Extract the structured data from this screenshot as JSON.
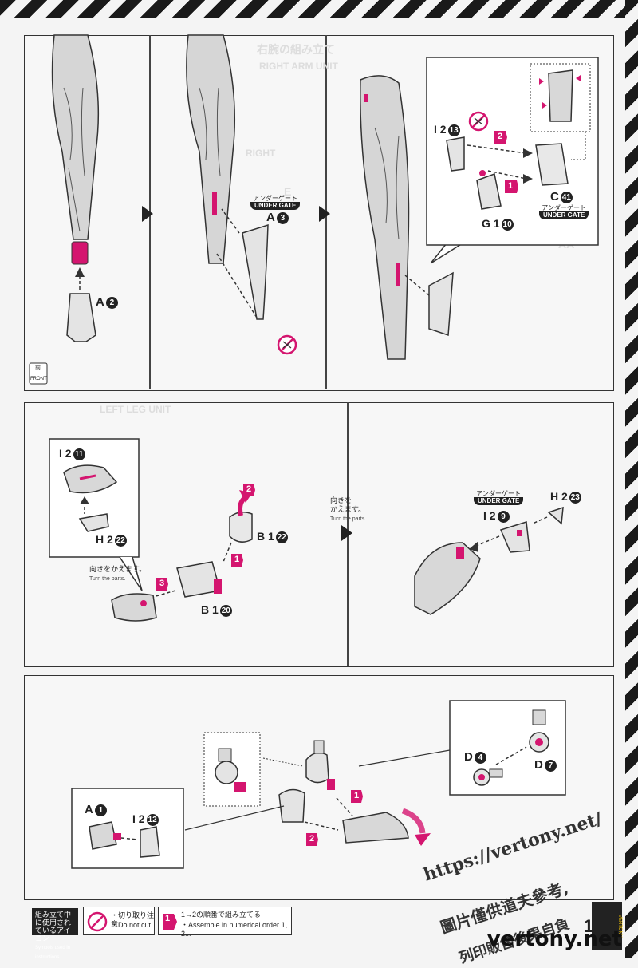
{
  "section1": {
    "header_jp": "右腕の組み立て",
    "header_en": "RIGHT ARM UNIT",
    "ghost_right": "RIGHT",
    "front_label_jp": "前",
    "front_label_en": "FRONT",
    "parts": {
      "a2": {
        "letter": "A",
        "num": "2"
      },
      "a3": {
        "letter": "A",
        "num": "3"
      },
      "i2_13": {
        "letter": "I 2",
        "num": "13"
      },
      "c41": {
        "letter": "C",
        "num": "41"
      },
      "g1_10": {
        "letter": "G 1",
        "num": "10"
      }
    },
    "gate": {
      "jp": "アンダーゲート",
      "en": "UNDER GATE"
    },
    "steps": [
      "2",
      "1"
    ],
    "ghost_e": "E",
    "ghost_aa": "AA"
  },
  "section2": {
    "ghost_leg": "LEFT LEG UNIT",
    "parts": {
      "i2_11": {
        "letter": "I 2",
        "num": "11"
      },
      "h2_22": {
        "letter": "H 2",
        "num": "22"
      },
      "b1_22": {
        "letter": "B 1",
        "num": "22"
      },
      "b1_20": {
        "letter": "B 1",
        "num": "20"
      },
      "i2_9": {
        "letter": "I 2",
        "num": "9"
      },
      "h2_23": {
        "letter": "H 2",
        "num": "23"
      }
    },
    "turn_note": {
      "jp": "向きをかえます。",
      "en": "Turn the parts."
    },
    "turn_note2": {
      "jp1": "向きを",
      "jp2": "かえます。",
      "en": "Turn the parts."
    },
    "gate": {
      "jp": "アンダーゲート",
      "en": "UNDER GATE"
    },
    "steps": [
      "2",
      "1",
      "3"
    ]
  },
  "section3": {
    "parts": {
      "a1": {
        "letter": "A",
        "num": "1"
      },
      "i2_12": {
        "letter": "I 2",
        "num": "12"
      },
      "d4": {
        "letter": "D",
        "num": "4"
      },
      "d7": {
        "letter": "D",
        "num": "7"
      }
    },
    "steps": [
      "1",
      "2"
    ]
  },
  "footer": {
    "legend_title_jp": "組み立て中に使用されているアイコン",
    "legend_title_en": "Symbols used in instructions",
    "cut_jp": "・切り取り注意",
    "cut_en": "・Do not cut.",
    "order_jp": "の順番で組み立てる",
    "order_en": "・Assemble in numerical order",
    "order_steps": [
      "1",
      "2",
      "1",
      "2"
    ],
    "page_number": "1",
    "brand": "VERTONY"
  },
  "watermark": {
    "url": "https://vertony.net/",
    "line1": "圖片僅供道夫參考,",
    "line2": "列印販售後果自負",
    "site": "vertony.net"
  },
  "colors": {
    "accent": "#d4156f",
    "ink": "#222222",
    "paper": "#f4f4f4"
  }
}
